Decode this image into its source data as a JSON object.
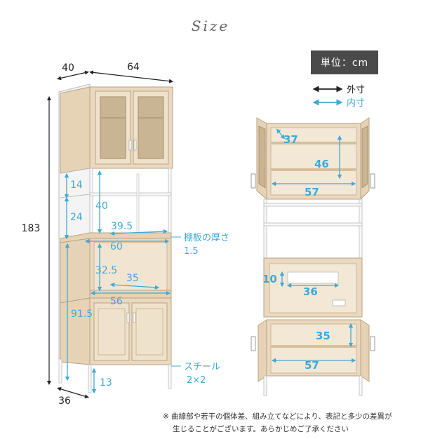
{
  "title": "Size",
  "unit_label": "単位：cm",
  "legend": {
    "outer": "外寸",
    "inner": "内寸"
  },
  "colors": {
    "outer": "#222222",
    "inner": "#3fa9d8",
    "wood": "#ead9c0",
    "wood_dark": "#d6bf9c",
    "frame": "#f4f4f4",
    "glass": "#c9b494"
  },
  "left_dims": {
    "width": "64",
    "depth_top": "40",
    "height": "183",
    "depth_bottom": "36",
    "upper_gap": "14",
    "mid_gap": "24",
    "inner_height_upper": "40",
    "shelf_depth": "39.5",
    "shelf_thickness_label": "棚板の厚さ",
    "shelf_thickness": "1.5",
    "range_width": "60",
    "range_height": "32.5",
    "range_depth": "35",
    "counter_width": "56",
    "lower_height": "91.5",
    "foot_height": "13",
    "steel_label": "スチール",
    "steel_size": "2×2"
  },
  "right_dims": {
    "upper_depth": "37",
    "upper_height": "46",
    "upper_width": "57",
    "hole_height": "10",
    "hole_width": "36",
    "lower_height": "35",
    "lower_width": "57"
  },
  "note": {
    "line1": "※ 曲線部や若干の個体差、組み立てなどにより、表記と多少の差異が",
    "line2": "生じることがございます。あらかじめご了承ください"
  }
}
